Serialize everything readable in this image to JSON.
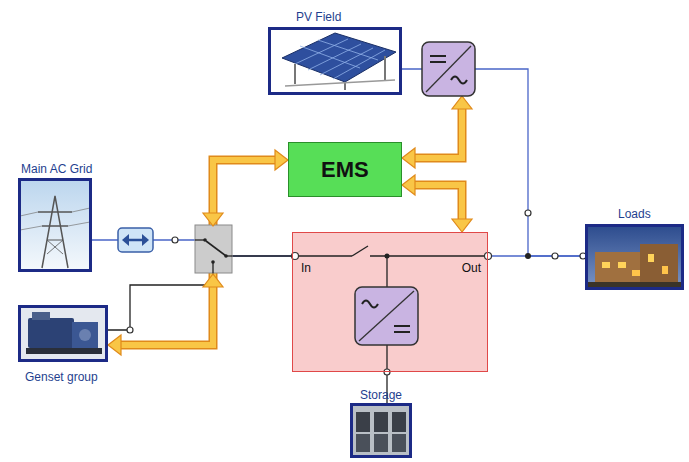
{
  "diagram": {
    "nodes": [
      {
        "text": [
          "PV Field"
        ]
      },
      {
        "text": [
          "Main AC Grid"
        ]
      },
      {
        "text": [
          "EMS"
        ]
      },
      {
        "text": [
          "In",
          "Out"
        ]
      },
      {
        "text": [
          "Genset group"
        ]
      },
      {
        "text": [
          "Storage"
        ]
      },
      {
        "text": [
          "Loads"
        ]
      }
    ],
    "edges": [
      {
        "from": 2,
        "to": 0,
        "arrow": "both"
      },
      {
        "from": 2,
        "to": 3,
        "arrow": "both"
      },
      {
        "from": 2,
        "to": 4,
        "arrow": "both"
      },
      {
        "from": 1,
        "to": 3,
        "arrow": "none"
      },
      {
        "from": 4,
        "to": 3,
        "arrow": "none"
      },
      {
        "from": 3,
        "to": 6,
        "arrow": "none"
      },
      {
        "from": 0,
        "to": 6,
        "arrow": "none"
      },
      {
        "from": 5,
        "to": 3,
        "arrow": "none"
      }
    ]
  }
}
